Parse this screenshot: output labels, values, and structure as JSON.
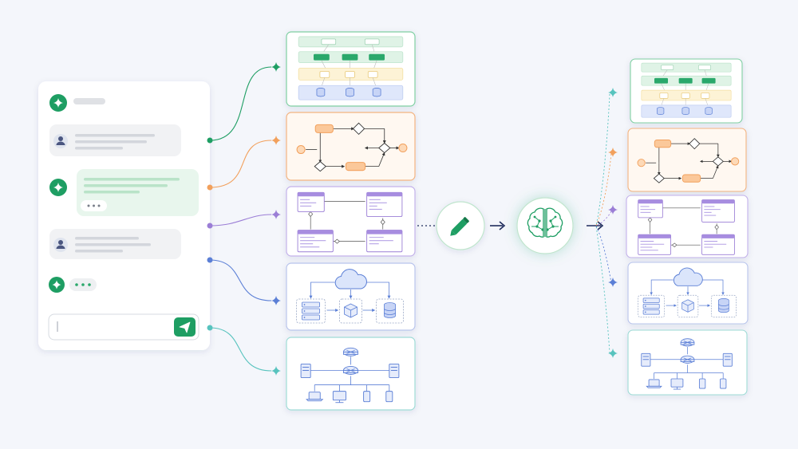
{
  "colors": {
    "background": "#f4f6fb",
    "green": "#1e9e63",
    "green_light": "#e3f5ea",
    "orange": "#f2a05c",
    "orange_light": "#fde9d8",
    "purple": "#9b7ed6",
    "purple_light": "#e4dcf6",
    "blue": "#5b7fd6",
    "blue_light": "#dde6fa",
    "teal": "#57c3be",
    "teal_light": "#dff4f2",
    "navy": "#1f2d5c",
    "gray_bubble": "#f1f2f4",
    "gray_line": "#d5d8de"
  },
  "chat": {
    "input_value": "",
    "input_placeholder": ""
  },
  "icons": {
    "assistant": "sparkle-icon",
    "user": "user-avatar-icon",
    "typing": "typing-dots-icon",
    "send": "send-icon",
    "edit": "pencil-icon",
    "ai": "brain-network-icon",
    "cloud": "cloud-icon",
    "server": "server-icon",
    "cube": "cube-icon",
    "database": "database-icon",
    "router": "router-icon",
    "laptop": "laptop-icon",
    "monitor": "monitor-icon",
    "phone": "phone-icon"
  },
  "diagrams": [
    {
      "kind": "layered-architecture",
      "color": "green"
    },
    {
      "kind": "flowchart",
      "color": "orange"
    },
    {
      "kind": "uml-class-diagram",
      "color": "purple"
    },
    {
      "kind": "cloud-architecture",
      "color": "blue"
    },
    {
      "kind": "network-topology",
      "color": "teal"
    }
  ]
}
